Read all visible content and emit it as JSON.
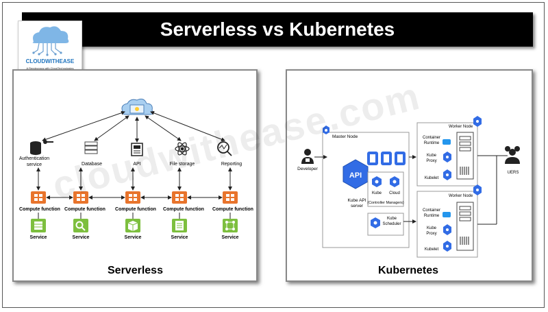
{
  "header": {
    "title": "Serverless vs Kubernetes"
  },
  "logo": {
    "name": "CLOUDWITHEASE",
    "tagline": "A Rendezvous with CloudTechnologies"
  },
  "watermark": "cloudwithease.com",
  "serverless": {
    "label": "Serverless",
    "top_nodes": [
      {
        "label": "Authentication",
        "label2": "service",
        "icon": "database-key-icon"
      },
      {
        "label": "Database",
        "icon": "server-rack-icon"
      },
      {
        "label": "API",
        "icon": "api-document-icon"
      },
      {
        "label": "File storage",
        "icon": "atom-icon"
      },
      {
        "label": "Reporting",
        "icon": "magnifier-chart-icon"
      }
    ],
    "compute_label": "Compute function",
    "service_label": "Service",
    "service_icons": [
      "building-icon",
      "search-icon",
      "box-icon",
      "list-icon",
      "network-icon"
    ]
  },
  "kubernetes": {
    "label": "Kubernetes",
    "master_node": "Master Node",
    "worker_node": "Worker Node",
    "developer": "Developer",
    "api_server": "Kube API server",
    "api_badge": "API",
    "kube": "Kube",
    "cloud": "Cloud",
    "controller_managers": "(Controller Managers)",
    "scheduler": "Kube Scheduler",
    "container_runtime": "Container Runtime",
    "kube_proxy": "Kube Proxy",
    "kubelet": "Kubelet",
    "users": "UERS"
  },
  "colors": {
    "orange": "#e8742c",
    "green": "#7dbf3e",
    "k8s_blue": "#326ce5",
    "cloud_blue": "#5aa0e0"
  }
}
